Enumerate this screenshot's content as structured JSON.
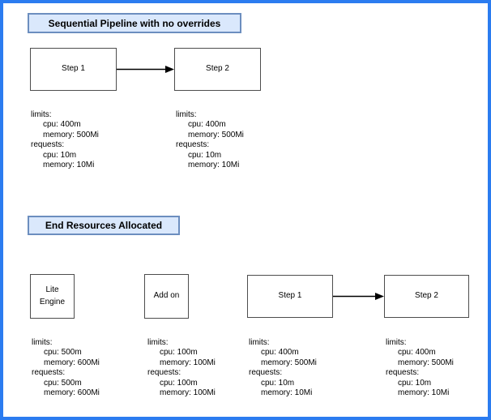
{
  "colors": {
    "frame_border": "#2b7cf0",
    "title_fill": "#dae8fc",
    "title_border": "#6c8ebf",
    "node_border": "#4d4d4d",
    "text": "#000000"
  },
  "sections": [
    {
      "title": "Sequential Pipeline with no overrides",
      "nodes": [
        {
          "label": "Step 1",
          "res_lines": [
            "limits:",
            "cpu: 400m",
            "memory: 500Mi",
            "requests:",
            "cpu: 10m",
            "memory: 10Mi"
          ]
        },
        {
          "label": "Step 2",
          "res_lines": [
            "limits:",
            "cpu: 400m",
            "memory: 500Mi",
            "requests:",
            "cpu: 10m",
            "memory: 10Mi"
          ]
        }
      ]
    },
    {
      "title": "End Resources Allocated",
      "nodes": [
        {
          "label": "Lite Engine",
          "res_lines": [
            "limits:",
            "cpu: 500m",
            "memory: 600Mi",
            "requests:",
            "cpu: 500m",
            "memory: 600Mi"
          ]
        },
        {
          "label": "Add on",
          "res_lines": [
            "limits:",
            "cpu: 100m",
            "memory: 100Mi",
            "requests:",
            "cpu: 100m",
            "memory: 100Mi"
          ]
        },
        {
          "label": "Step 1",
          "res_lines": [
            "limits:",
            "cpu: 400m",
            "memory: 500Mi",
            "requests:",
            "cpu: 10m",
            "memory: 10Mi"
          ]
        },
        {
          "label": "Step 2",
          "res_lines": [
            "limits:",
            "cpu: 400m",
            "memory: 500Mi",
            "requests:",
            "cpu: 10m",
            "memory: 10Mi"
          ]
        }
      ]
    }
  ]
}
